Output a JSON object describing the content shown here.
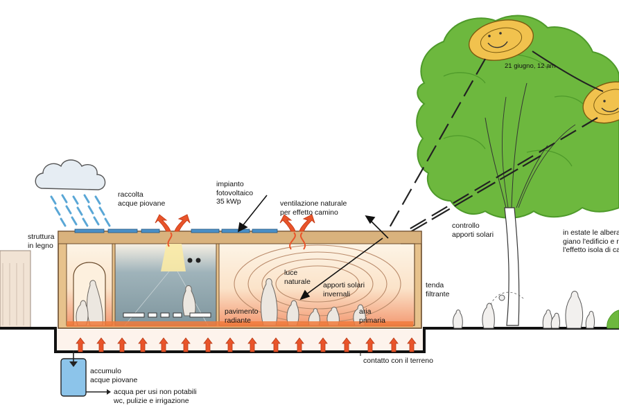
{
  "labels": {
    "raccolta": "raccolta\nacque piovane",
    "impianto": "impianto\nfotovoltaico\n35 kWp",
    "ventilazione": "ventilazione naturale\nper effetto camino",
    "struttura": "struttura\nin legno",
    "luce": "luce\nnaturale",
    "apporti_solari": "apporti solari\ninvernali",
    "aria": "aria\nprimaria",
    "pavimento": "pavimento\nradiante",
    "tenda": "tenda\nfiltrante",
    "controllo": "controllo\napporti solari",
    "estate": "in estate le albera\ngiano l'edificio e r\nl'effetto isola di ca",
    "giugno": "21 giugno, 12 am",
    "accumulo": "accumulo\nacque piovane",
    "acqua_usi": "acqua per usi non potabili\nwc, pulizie e irrigazione",
    "contatto": "contatto con il terreno"
  },
  "colors": {
    "tree": "#6db83e",
    "tree_dark": "#4e9a2a",
    "sun": "#f1c24e",
    "wood": "#d9b27d",
    "heat": "#e9542a",
    "rain": "#5aa7d6",
    "cloud": "#dde6ee",
    "water_tank": "#8cc4ea"
  }
}
